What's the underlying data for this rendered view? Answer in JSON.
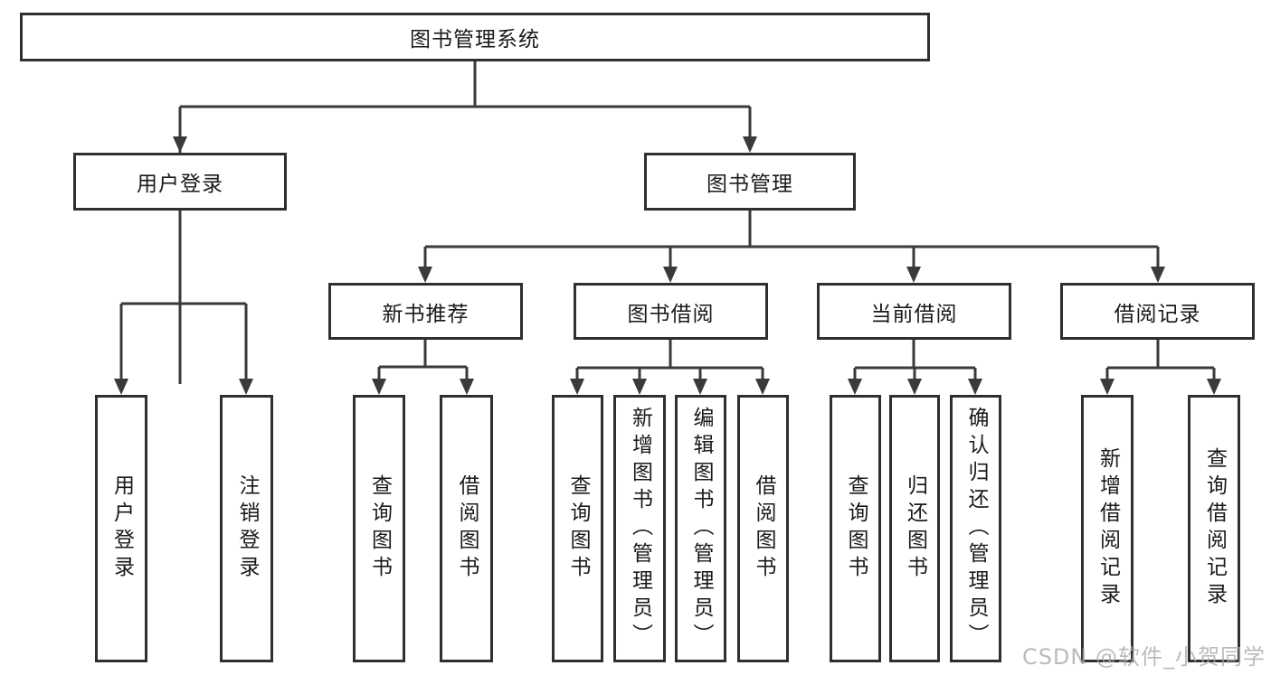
{
  "tree": {
    "root": {
      "label": "图书管理系统"
    },
    "children": [
      {
        "label": "用户登录",
        "children": [
          {
            "label": "用户登录"
          },
          {
            "label": "注销登录"
          }
        ]
      },
      {
        "label": "图书管理",
        "children": [
          {
            "label": "新书推荐",
            "children": [
              {
                "label": "查询图书"
              },
              {
                "label": "借阅图书"
              }
            ]
          },
          {
            "label": "图书借阅",
            "children": [
              {
                "label": "查询图书"
              },
              {
                "label": "新增图书（管理员）"
              },
              {
                "label": "编辑图书（管理员）"
              },
              {
                "label": "借阅图书"
              }
            ]
          },
          {
            "label": "当前借阅",
            "children": [
              {
                "label": "查询图书"
              },
              {
                "label": "归还图书"
              },
              {
                "label": "确认归还（管理员）"
              }
            ]
          },
          {
            "label": "借阅记录",
            "children": [
              {
                "label": "新增借阅记录"
              },
              {
                "label": "查询借阅记录"
              }
            ]
          }
        ]
      }
    ]
  },
  "watermark": {
    "text": "CSDN @软件_小贺同学"
  },
  "colors": {
    "line": "#3a3a3a",
    "box_border": "#2f2f2f",
    "text": "#1a1a1a",
    "watermark": "#a8a8a8",
    "background": "#ffffff"
  }
}
